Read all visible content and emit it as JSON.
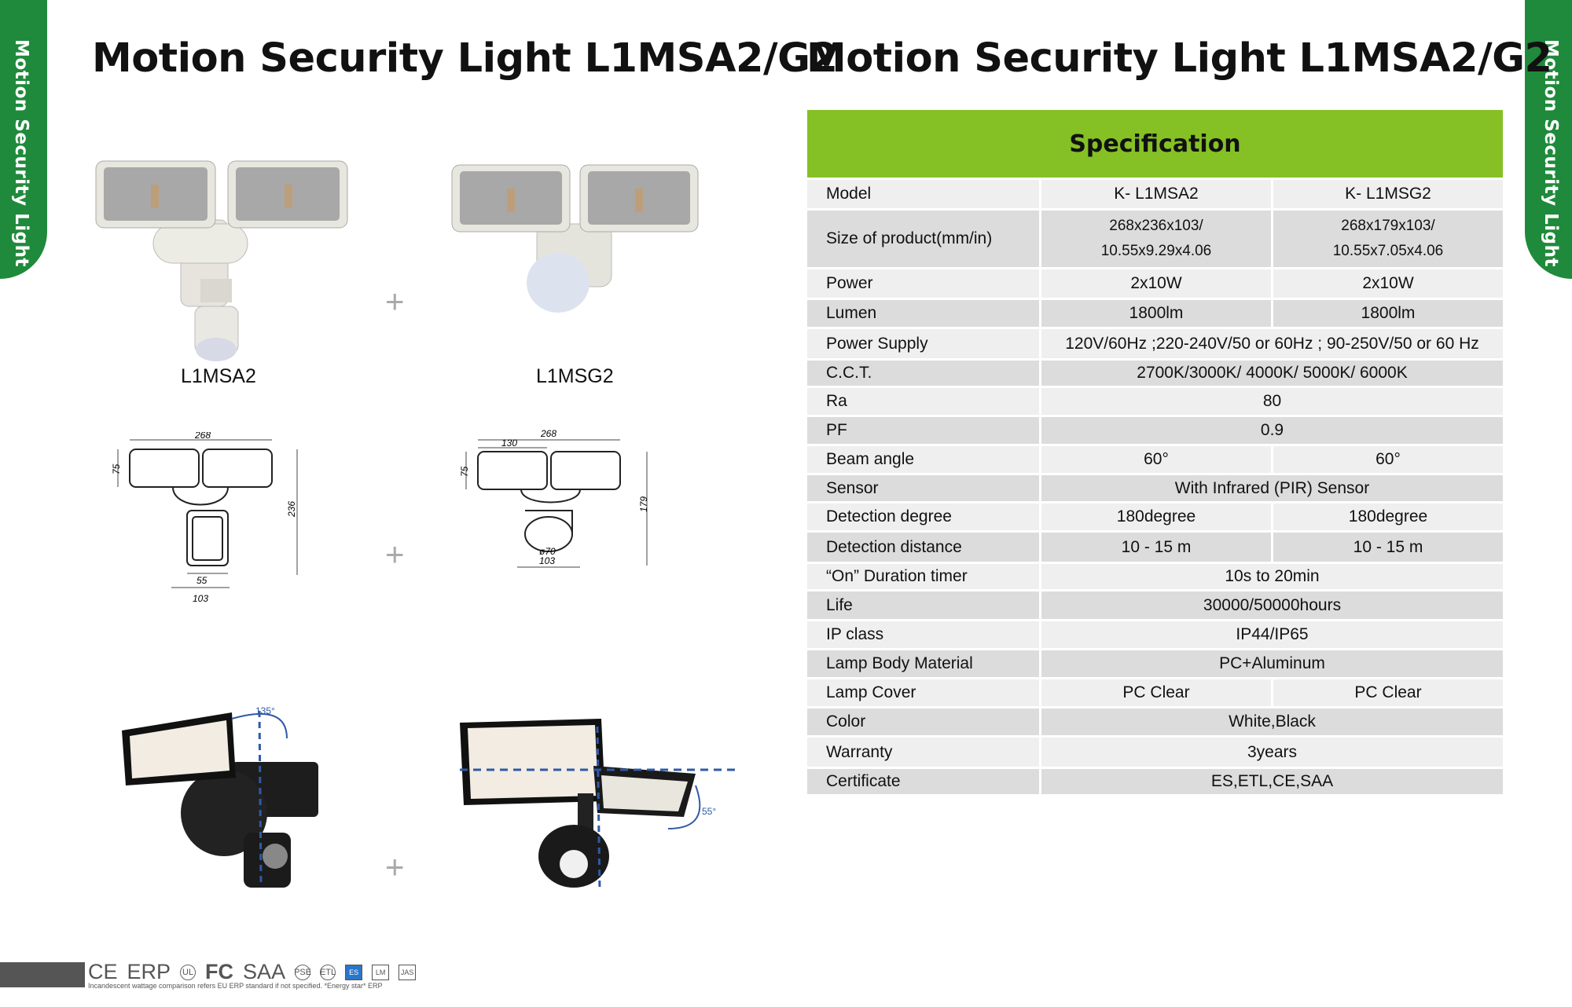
{
  "side_tab": {
    "label": "Motion Security Light"
  },
  "titles": {
    "left": "Motion Security Light L1MSA2/G2",
    "right": "Motion Security Light L1MSA2/G2"
  },
  "models": {
    "a": "L1MSA2",
    "b": "L1MSG2"
  },
  "plus": "+",
  "drawing_a": {
    "width": "268",
    "height": "236",
    "head": "75",
    "base_inner": "55",
    "base_outer": "103"
  },
  "drawing_b": {
    "width": "268",
    "half": "130",
    "height": "179",
    "head": "75",
    "sensor": "ø70",
    "base": "103"
  },
  "angles": {
    "a": "135°",
    "b": "55°"
  },
  "spec": {
    "title": "Specification",
    "rows": [
      {
        "label": "Model",
        "a": "K- L1MSA2",
        "b": "K- L1MSG2"
      },
      {
        "label": "Size of product(mm/in)",
        "a1": "268x236x103/",
        "a2": "10.55x9.29x4.06",
        "b1": "268x179x103/",
        "b2": "10.55x7.05x4.06"
      },
      {
        "label": "Power",
        "a": "2x10W",
        "b": "2x10W"
      },
      {
        "label": "Lumen",
        "a": "1800lm",
        "b": "1800lm"
      },
      {
        "label": "Power Supply",
        "v": "120V/60Hz ;220-240V/50 or 60Hz ; 90-250V/50 or 60 Hz"
      },
      {
        "label": "C.C.T.",
        "v": "2700K/3000K/ 4000K/ 5000K/ 6000K"
      },
      {
        "label": "Ra",
        "v": "80"
      },
      {
        "label": "PF",
        "v": "0.9"
      },
      {
        "label": "Beam angle",
        "a": "60°",
        "b": "60°"
      },
      {
        "label": "Sensor",
        "v": "With Infrared (PIR) Sensor"
      },
      {
        "label": "Detection degree",
        "a": "180degree",
        "b": "180degree"
      },
      {
        "label": "Detection distance",
        "a": "10 - 15 m",
        "b": "10 - 15 m"
      },
      {
        "label": "“On” Duration timer",
        "v": "10s to 20min"
      },
      {
        "label": "Life",
        "v": "30000/50000hours"
      },
      {
        "label": "IP class",
        "v": "IP44/IP65"
      },
      {
        "label": "Lamp Body Material",
        "v": "PC+Aluminum"
      },
      {
        "label": "Lamp Cover",
        "a": "PC Clear",
        "b": "PC Clear"
      },
      {
        "label": "Color",
        "v": "White,Black"
      },
      {
        "label": "Warranty",
        "v": "3years"
      },
      {
        "label": "Certificate",
        "v": "ES,ETL,CE,SAA"
      }
    ]
  },
  "footer": {
    "certs": [
      "CE",
      "ERP",
      "FC",
      "SAA"
    ],
    "badges": [
      "UL",
      "PSE",
      "ETL",
      "ES",
      "LM",
      "JAS"
    ],
    "note": "Incandescent wattage comparison refers EU ERP standard if not specified. *Energy star* ERP"
  }
}
